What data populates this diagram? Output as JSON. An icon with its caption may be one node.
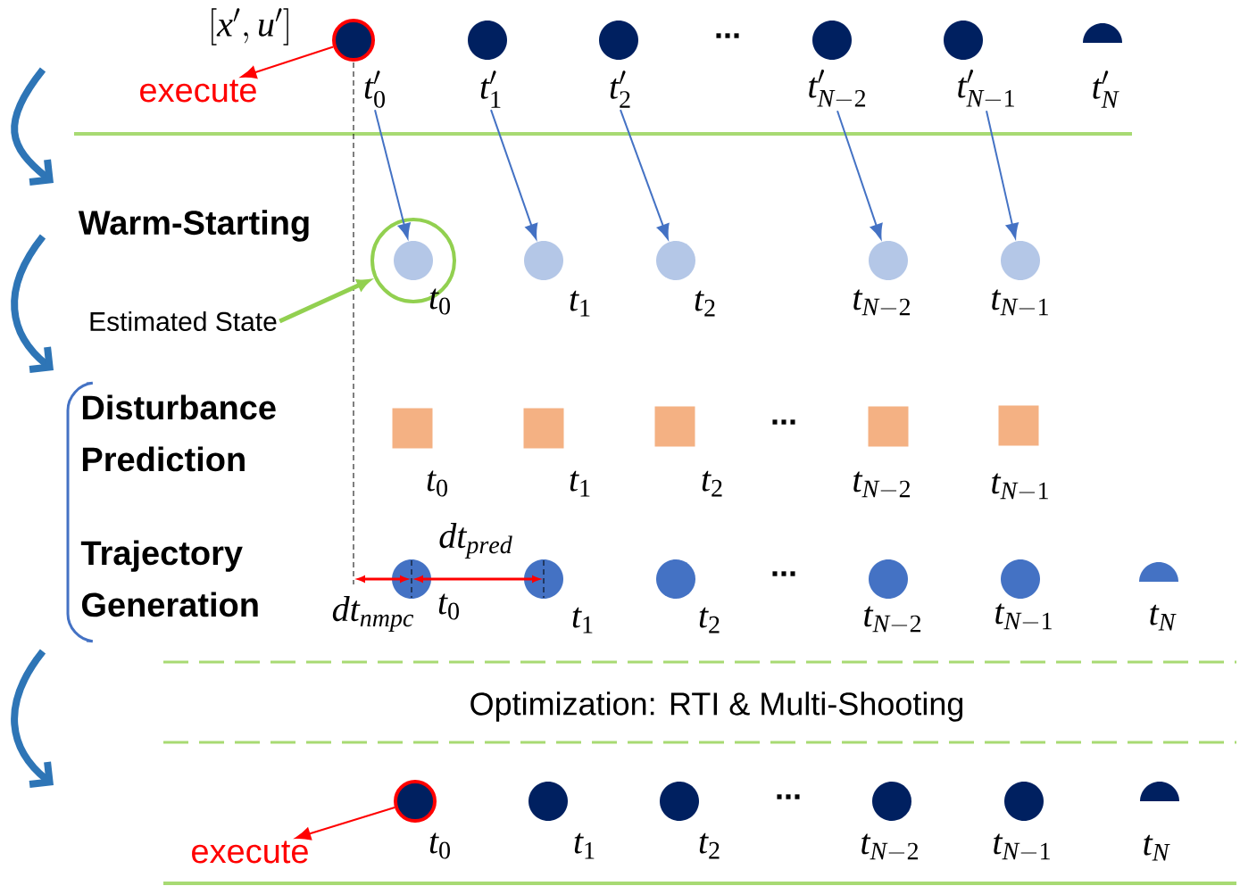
{
  "diagram": {
    "nodes": [
      {
        "text": [
          "execute"
        ]
      },
      {
        "text": [
          "t'_{0}"
        ]
      },
      {
        "text": [
          "t'_{1}"
        ]
      },
      {
        "text": [
          "t'_{2}"
        ]
      },
      {
        "text": [
          "t'_{N-2}"
        ]
      },
      {
        "text": [
          "t'_{N-1}"
        ]
      },
      {
        "text": [
          "t'_{N}"
        ]
      },
      {
        "text": [
          "Estimated State"
        ]
      },
      {
        "text": [],
        "shape": "circle"
      },
      {
        "text": [
          "t_{0}"
        ],
        "in": 8
      },
      {
        "text": [
          "t_{1}"
        ]
      },
      {
        "text": [
          "t_{2}"
        ]
      },
      {
        "text": [
          "t_{N-2}"
        ]
      },
      {
        "text": [
          "t_{N-1}"
        ]
      },
      {
        "text": [
          "t_{0}"
        ]
      },
      {
        "text": [
          "t_{1}"
        ]
      },
      {
        "text": [
          "t_{2}"
        ]
      },
      {
        "text": [
          "t_{N-2}"
        ]
      },
      {
        "text": [
          "t_{N-1}"
        ]
      },
      {
        "text": [
          "t_{0}"
        ]
      },
      {
        "text": [
          "t_{1}"
        ]
      },
      {
        "text": [
          "t_{2}"
        ]
      },
      {
        "text": [
          "t_{N-2}"
        ]
      },
      {
        "text": [
          "t_{N-1}"
        ]
      },
      {
        "text": [
          "t_{N}"
        ]
      },
      {
        "text": [
          "t_{0}"
        ]
      },
      {
        "text": [
          "t_{1}"
        ]
      },
      {
        "text": [
          "t_{2}"
        ]
      },
      {
        "text": [
          "t_{N-2}"
        ]
      },
      {
        "text": [
          "t_{N-1}"
        ]
      },
      {
        "text": [
          "t_{N}"
        ]
      },
      {
        "text": [
          "execute"
        ]
      }
    ],
    "edges": [
      {
        "from": 1,
        "to": 0,
        "arrow": "to",
        "color": "#ff0000"
      },
      {
        "from": 1,
        "to": 9,
        "arrow": "to"
      },
      {
        "from": 2,
        "to": 10,
        "arrow": "to"
      },
      {
        "from": 3,
        "to": 11,
        "arrow": "to"
      },
      {
        "from": 4,
        "to": 12,
        "arrow": "to"
      },
      {
        "from": 5,
        "to": 13,
        "arrow": "to"
      },
      {
        "from": 7,
        "to": 8,
        "arrow": "to",
        "style": "thick",
        "color": "#92d050"
      },
      {
        "from": 25,
        "to": 31,
        "arrow": "to",
        "color": "#ff0000"
      }
    ],
    "labels": [
      "[x',u']",
      "...",
      "Warm-Starting",
      "Disturbance Prediction",
      "...",
      "Trajectory Generation",
      "dt_{pred}",
      "...",
      "dt_{nmpc}",
      "Optimization: RTI & Multi-Shooting",
      "..."
    ]
  }
}
